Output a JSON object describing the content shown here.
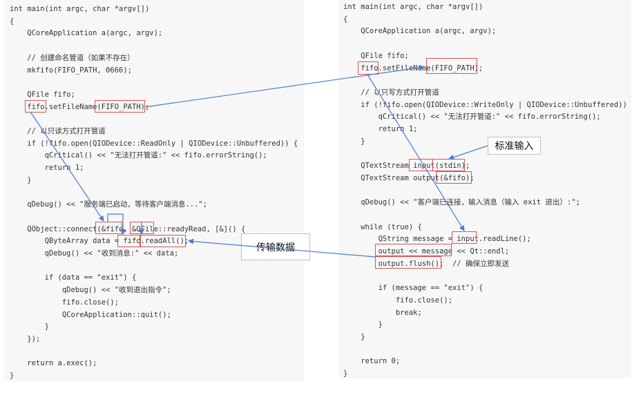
{
  "left_code": [
    "int main(int argc, char *argv[])",
    "{",
    "    QCoreApplication a(argc, argv);",
    "",
    "    // 创建命名管道（如果不存在）",
    "    mkfifo(FIFO_PATH, 0666);",
    "",
    "    QFile fifo;",
    "    fifo.setFileName(FIFO_PATH);",
    "",
    "    // 以只读方式打开管道",
    "    if (!fifo.open(QIODevice::ReadOnly | QIODevice::Unbuffered)) {",
    "        qCritical() << \"无法打开管道:\" << fifo.errorString();",
    "        return 1;",
    "    }",
    "",
    "    qDebug() << \"服务端已启动，等待客户端消息...\";",
    "",
    "    QObject::connect(&fifo, &QFile::readyRead, [&]() {",
    "        QByteArray data = fifo.readAll();",
    "        qDebug() << \"收到消息:\" << data;",
    "",
    "        if (data == \"exit\") {",
    "            qDebug() << \"收到退出指令\";",
    "            fifo.close();",
    "            QCoreApplication::quit();",
    "        }",
    "    });",
    "",
    "    return a.exec();",
    "}"
  ],
  "right_code": [
    "int main(int argc, char *argv[])",
    "{",
    "    QCoreApplication a(argc, argv);",
    "",
    "    QFile fifo;",
    "    fifo.setFileName(FIFO_PATH);",
    "",
    "    // 以只写方式打开管道",
    "    if (!fifo.open(QIODevice::WriteOnly | QIODevice::Unbuffered)) {",
    "        qCritical() << \"无法打开管道:\" << fifo.errorString();",
    "        return 1;",
    "    }",
    "",
    "    QTextStream input(stdin);",
    "    QTextStream output(&fifo);",
    "",
    "    qDebug() << \"客户端已连接，输入消息（输入 exit 退出）:\";",
    "",
    "    while (true) {",
    "        QString message = input.readLine();",
    "        output << message << Qt::endl;",
    "        output.flush();  // 确保立即发送",
    "",
    "        if (message == \"exit\") {",
    "            fifo.close();",
    "            break;",
    "        }",
    "    }",
    "",
    "    return 0;",
    "}"
  ],
  "labels": {
    "standard_input": "标准输入",
    "transfer_data": "传输数据"
  },
  "colors": {
    "highlight_box": "#d9534f",
    "arrow": "#4a7bd0",
    "panel_bg": "#f7f7f7"
  }
}
